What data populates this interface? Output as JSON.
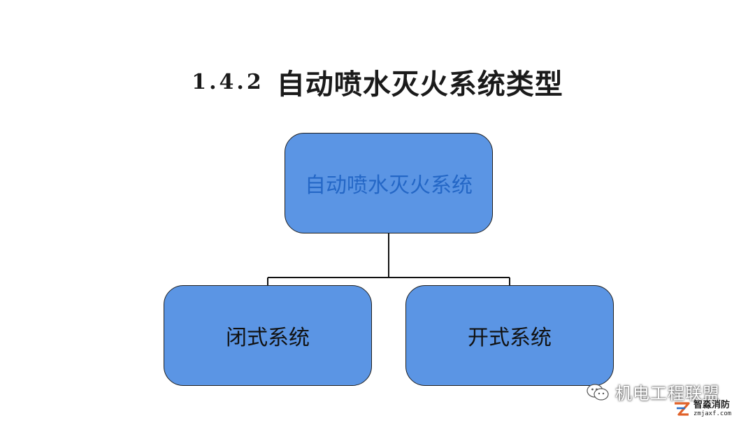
{
  "title": {
    "number": "1.4.2",
    "text": "自动喷水灭火系统类型"
  },
  "diagram": {
    "root": {
      "label": "自动喷水灭火系统"
    },
    "children": [
      {
        "label": "闭式系统"
      },
      {
        "label": "开式系统"
      }
    ]
  },
  "watermark": {
    "icon": "wechat-icon",
    "text": "机电工程联盟"
  },
  "brand": {
    "icon": "brand-logo-icon",
    "name": "智淼消防",
    "url": "zmjaxf.com"
  },
  "colors": {
    "node_fill": "#5b95e4",
    "root_text": "#2467c6",
    "child_text": "#111111",
    "line": "#111111"
  }
}
